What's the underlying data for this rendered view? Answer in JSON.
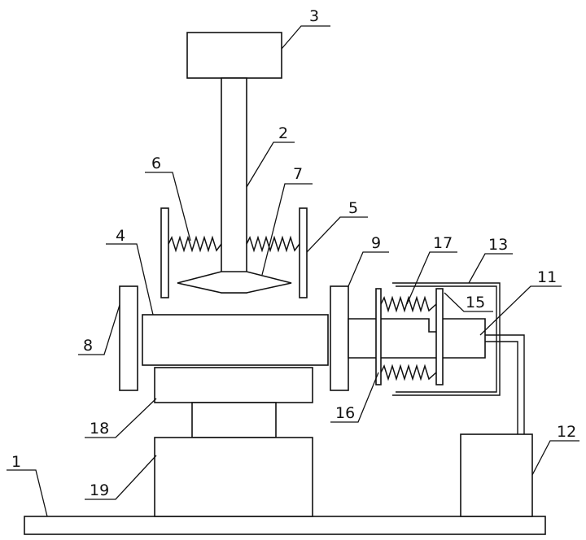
{
  "figure": {
    "labels": {
      "l1": "1",
      "l2": "2",
      "l3": "3",
      "l4": "4",
      "l5": "5",
      "l6": "6",
      "l7": "7",
      "l8": "8",
      "l9": "9",
      "l11": "11",
      "l12": "12",
      "l13": "13",
      "l15": "15",
      "l16": "16",
      "l17": "17",
      "l18": "18",
      "l19": "19"
    }
  }
}
